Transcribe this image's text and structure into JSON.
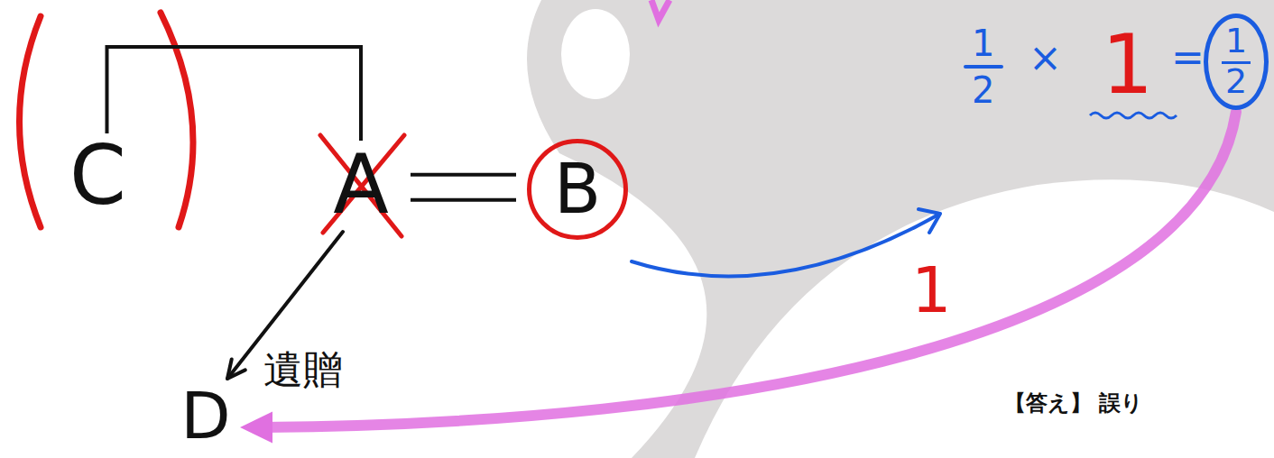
{
  "diagram": {
    "nodes": [
      {
        "text": [
          "C"
        ]
      },
      {
        "text": [
          "A"
        ]
      },
      {
        "text": [
          "B"
        ]
      },
      {
        "text": [
          "D"
        ]
      },
      {
        "text": [
          "1",
          "2"
        ]
      }
    ],
    "edges": [
      {
        "from": 0,
        "to": 1,
        "arrow": "none"
      },
      {
        "from": 1,
        "to": 2,
        "arrow": "none"
      },
      {
        "from": 1,
        "to": 3,
        "arrow": "to",
        "label": "遺贈"
      },
      {
        "from": 4,
        "to": 3,
        "arrow": "to"
      }
    ],
    "labels": [
      "1",
      "2",
      "×",
      "1",
      "=",
      "1",
      "【答え】 誤り"
    ]
  }
}
